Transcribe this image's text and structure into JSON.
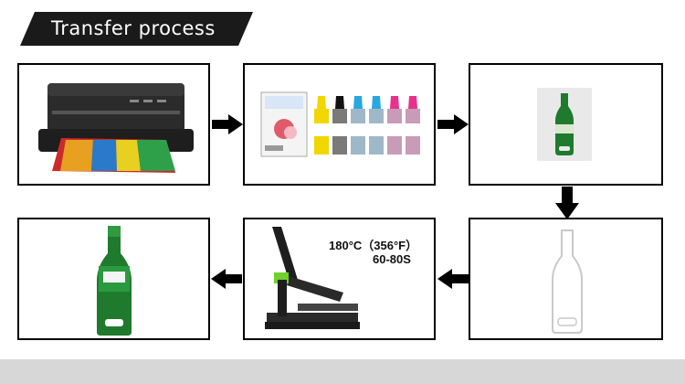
{
  "title": "Transfer process",
  "steps": [
    {
      "name": "print",
      "icon": "printer-icon"
    },
    {
      "name": "paper-and-ink",
      "icon": "ink-bottles-icon"
    },
    {
      "name": "printed-design",
      "icon": "printed-bottle-design-icon"
    },
    {
      "name": "blank-bottle-opener",
      "icon": "blank-bottle-opener-icon"
    },
    {
      "name": "heat-press",
      "icon": "heat-press-icon",
      "temperature": "180°C（356°F）",
      "time": "60-80S"
    },
    {
      "name": "finished-product",
      "icon": "finished-bottle-opener-icon"
    }
  ],
  "colors": {
    "banner": "#1a1a1a",
    "border": "#000000",
    "footer": "#d7d7d7",
    "press_accent": "#6fd12b",
    "bottle_green": "#1f7a2e"
  },
  "ink_colors": [
    "#f2d600",
    "#111111",
    "#27a8e0",
    "#27a8e0",
    "#e8318a",
    "#e8318a"
  ]
}
